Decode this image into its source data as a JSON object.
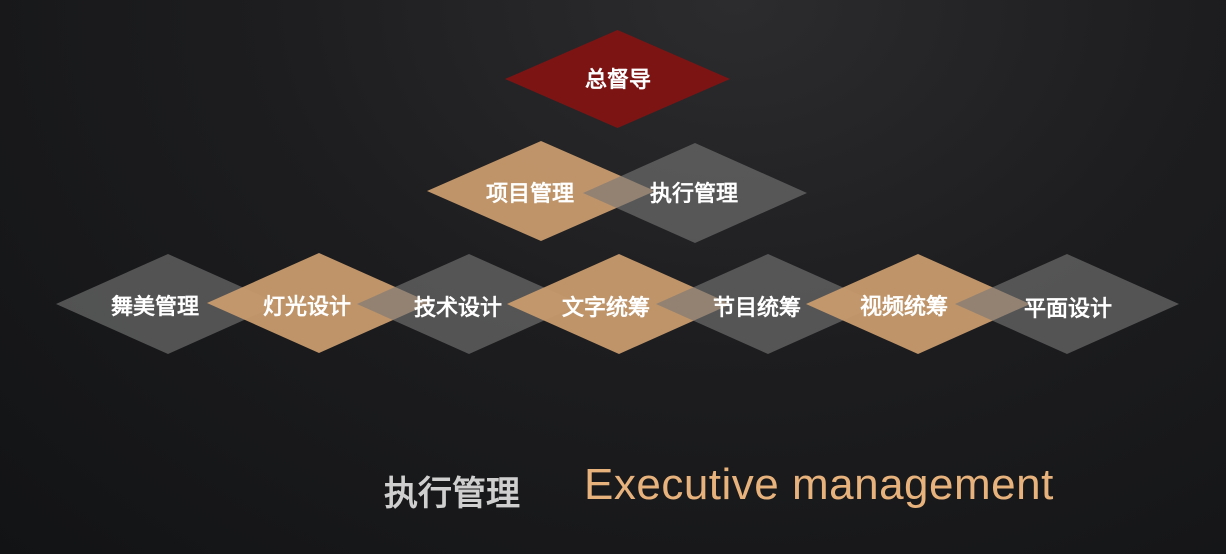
{
  "colors": {
    "background": "#1b1b1d",
    "top_node": "#7d1414",
    "tan_node": "#c89b6e",
    "grey_node": "#787878",
    "label": "#ffffff",
    "footer_cn": "#cfcfcf",
    "footer_en": "#e7b27c"
  },
  "top": {
    "label": "总督导"
  },
  "level2": [
    {
      "label": "项目管理",
      "color": "tan"
    },
    {
      "label": "执行管理",
      "color": "grey"
    }
  ],
  "level3": [
    {
      "label": "舞美管理",
      "color": "grey"
    },
    {
      "label": "灯光设计",
      "color": "tan"
    },
    {
      "label": "技术设计",
      "color": "grey"
    },
    {
      "label": "文字统筹",
      "color": "tan"
    },
    {
      "label": "节目统筹",
      "color": "grey"
    },
    {
      "label": "视频统筹",
      "color": "tan"
    },
    {
      "label": "平面设计",
      "color": "grey"
    }
  ],
  "footer": {
    "title_cn": "执行管理",
    "title_en": "Executive management"
  }
}
